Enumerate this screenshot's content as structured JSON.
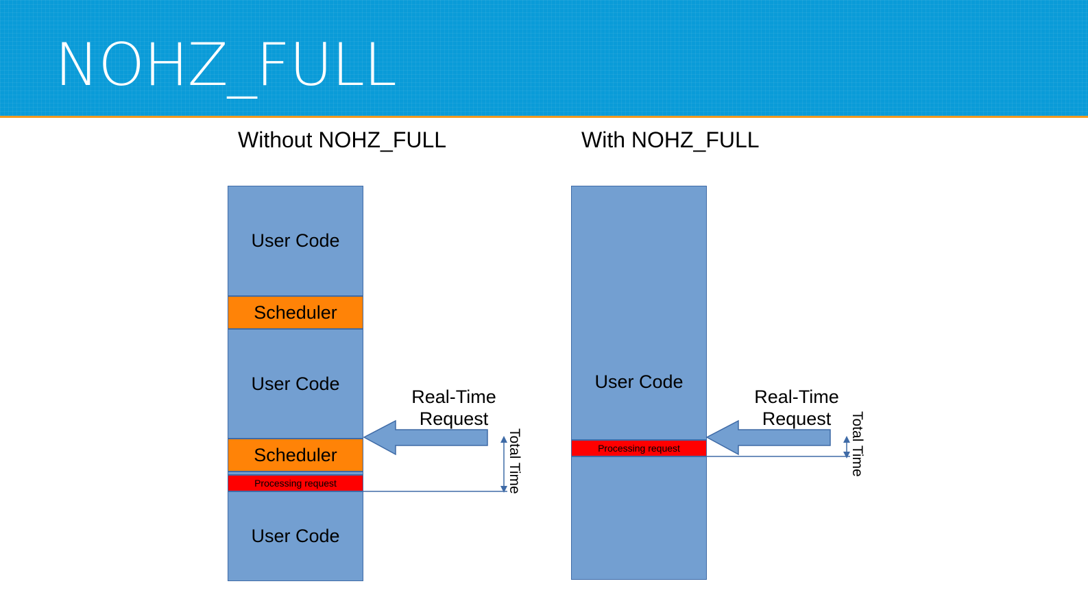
{
  "slide": {
    "title": "NOHZ_FULL",
    "colors": {
      "header": "#0a9bd8",
      "header_rule": "#f39a1f",
      "user_code": "#739fd1",
      "scheduler": "#ff8307",
      "processing": "#ff0000",
      "arrow": "#739fd1",
      "line": "#3e6aa6"
    }
  },
  "left_panel": {
    "heading": "Without NOHZ_FULL",
    "segments": {
      "user_code_1": "User Code",
      "scheduler_1": "Scheduler",
      "user_code_2": "User Code",
      "scheduler_2": "Scheduler",
      "processing": "Processing request",
      "user_code_3": "User Code"
    },
    "request_label": "Real-Time\nRequest",
    "total_time": "Total Time"
  },
  "right_panel": {
    "heading": "With NOHZ_FULL",
    "segments": {
      "user_code": "User Code",
      "processing": "Processing request"
    },
    "request_label": "Real-Time\nRequest",
    "total_time": "Total Time"
  }
}
